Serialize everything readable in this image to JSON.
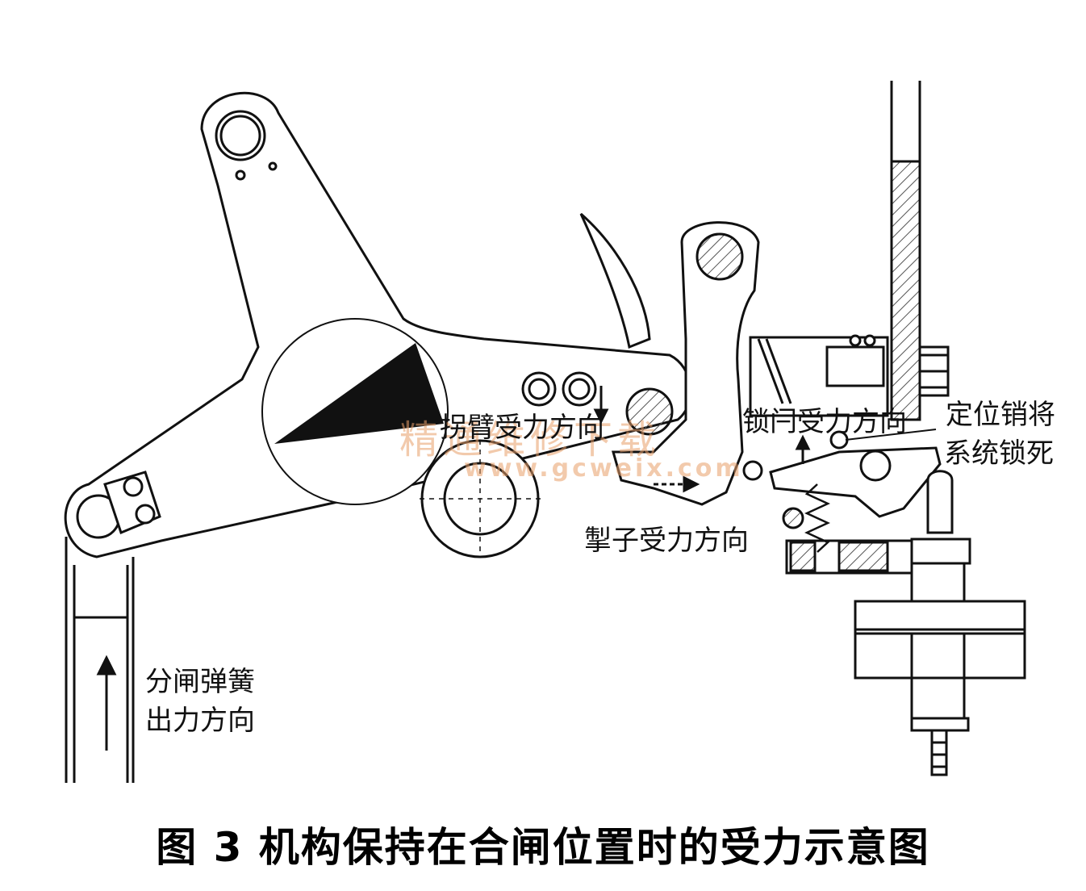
{
  "figure": {
    "caption": "图 3   机构保持在合闸位置时的受力示意图"
  },
  "labels": {
    "crank_force": "拐臂受力方向",
    "latch_force": "锁闩受力方向",
    "pawl_force": "掣子受力方向",
    "pin_lock_line1": "定位销将",
    "pin_lock_line2": "系统锁死",
    "spring_line1": "分闸弹簧",
    "spring_line2": "出力方向"
  },
  "watermark": {
    "text_cn": "精通维修下载",
    "text_url": "www.gcweix.com",
    "color": "#e8a06a"
  },
  "colors": {
    "line": "#111111",
    "background": "#ffffff",
    "hatch": "#555555"
  }
}
